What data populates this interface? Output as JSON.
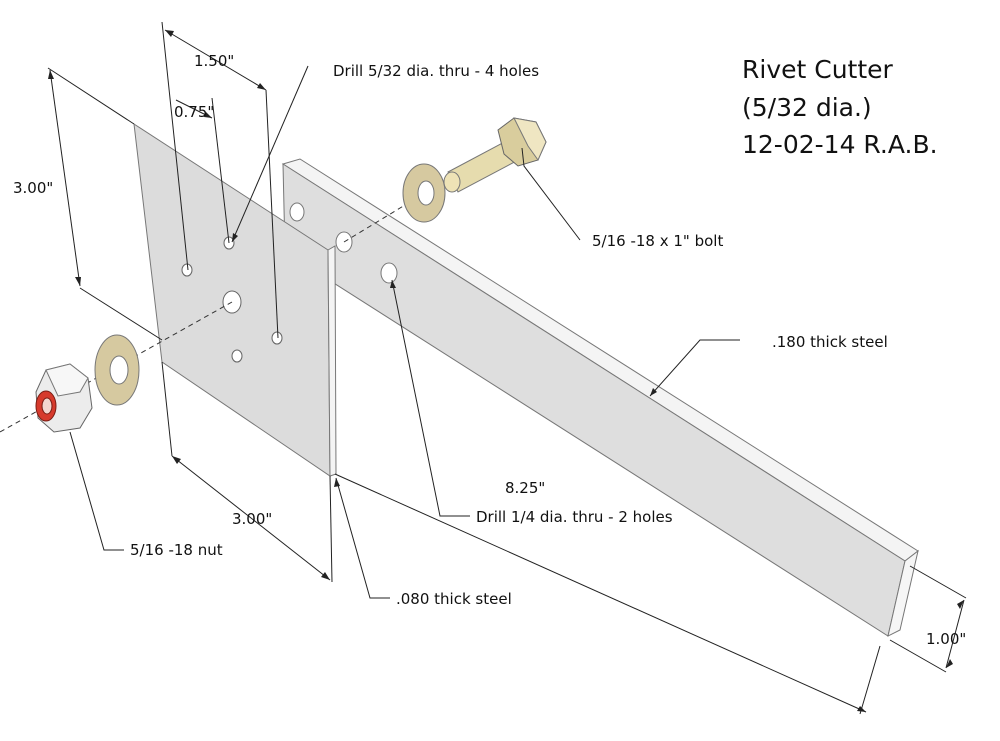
{
  "title": {
    "line1": "Rivet Cutter",
    "line2": "(5/32 dia.)",
    "line3": "12-02-14  R.A.B."
  },
  "dimensions": {
    "plate_hole_spacing": "1.50\"",
    "plate_center_offset": "0.75\"",
    "plate_height": "3.00\"",
    "plate_width": "3.00\"",
    "bar_length": "8.25\"",
    "bar_width": "1.00\""
  },
  "callouts": {
    "small_holes": "Drill 5/32 dia. thru - 4 holes",
    "bolt": "5/16 -18 x 1\" bolt",
    "bar_thickness": ".180 thick steel",
    "large_holes": "Drill 1/4 dia. thru - 2 holes",
    "nut": "5/16 -18 nut",
    "plate_thickness": ".080 thick steel"
  },
  "colors": {
    "steel_face": "#dcdcdc",
    "steel_edge": "#f4f4f4",
    "washer": "#d6c9a0",
    "bolt": "#e6dcae",
    "nut_insert": "#d63a2c"
  }
}
